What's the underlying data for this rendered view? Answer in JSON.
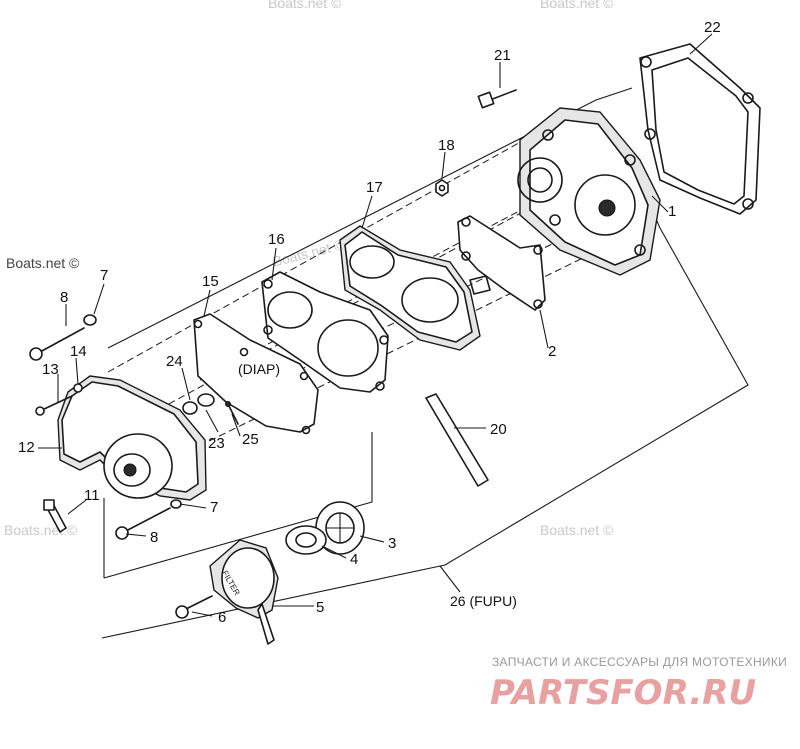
{
  "watermarks": {
    "top": "Boats.net ©",
    "left": "Boats.net ©",
    "bottom_left": "Boats.net ©",
    "right": "Boats.net ©",
    "center": "Boats.net ©"
  },
  "callouts": {
    "diap": "(DIAP)",
    "fupu": "26 (FUPU)"
  },
  "brand": {
    "tagline": "ЗАПЧАСТИ И АКСЕССУАРЫ ДЛЯ МОТОТЕХНИКИ",
    "name": "PARTSFOR.RU",
    "color": "#e8a0a0"
  },
  "parts": {
    "p1": "1",
    "p2": "2",
    "p3": "3",
    "p4": "4",
    "p5": "5",
    "p6": "6",
    "p7a": "7",
    "p7b": "7",
    "p8a": "8",
    "p8b": "8",
    "p11": "11",
    "p12": "12",
    "p13": "13",
    "p14": "14",
    "p15": "15",
    "p16": "16",
    "p17": "17",
    "p18": "18",
    "p20": "20",
    "p21": "21",
    "p22": "22",
    "p23": "23",
    "p24": "24",
    "p25": "25"
  },
  "filter_text": "FILTER"
}
